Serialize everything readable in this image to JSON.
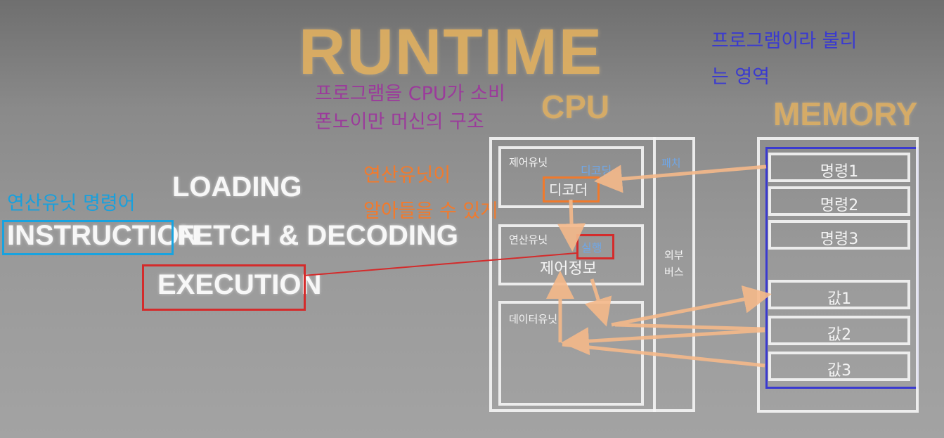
{
  "title": "RUNTIME",
  "cpu_heading": "CPU",
  "memory_heading": "MEMORY",
  "phases": {
    "loading": "LOADING",
    "instruction": "INSTRUCTION",
    "fetch_decoding": "FETCH & DECODING",
    "execution": "EXECUTION"
  },
  "annotations": {
    "program_area_line1": "프로그램이라 불리",
    "program_area_line2": "는 영역",
    "consume_line1": "프로그램을 CPU가 소비",
    "consume_line2": "폰노이만 머신의 구조",
    "alu_understand_line1": "연산유닛이",
    "alu_understand_line2": "알아들을 수 있게",
    "alu_instruction": "연산유닛 명령어"
  },
  "cpu": {
    "control_unit": "제어유닛",
    "decoding": "디코딩",
    "decoder": "디코더",
    "alu": "연산유닛",
    "execute": "실행",
    "control_info": "제어정보",
    "data_unit": "데이터유닛",
    "fetch": "패치",
    "external_bus_line1": "외부",
    "external_bus_line2": "버스"
  },
  "memory": {
    "cells": [
      "명령1",
      "명령2",
      "명령3",
      "",
      "값1",
      "값2",
      "값3"
    ]
  }
}
